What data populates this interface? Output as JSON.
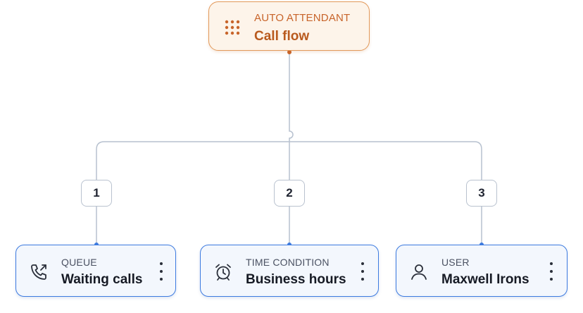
{
  "root": {
    "kicker": "AUTO ATTENDANT",
    "title": "Call flow",
    "icon": "keypad-grid-icon",
    "accent": "#c8642a"
  },
  "branches": [
    {
      "number": "1",
      "kicker": "QUEUE",
      "title": "Waiting calls",
      "icon": "phone-outgoing-icon"
    },
    {
      "number": "2",
      "kicker": "TIME CONDITION",
      "title": "Business hours",
      "icon": "alarm-clock-icon"
    },
    {
      "number": "3",
      "kicker": "USER",
      "title": "Maxwell Irons",
      "icon": "user-icon"
    }
  ],
  "colors": {
    "connector": "#b7c1cf",
    "child_border": "#3d7be0",
    "child_bg": "#f3f7fd",
    "root_border": "#e2995a",
    "root_bg": "#fdf4ea"
  }
}
